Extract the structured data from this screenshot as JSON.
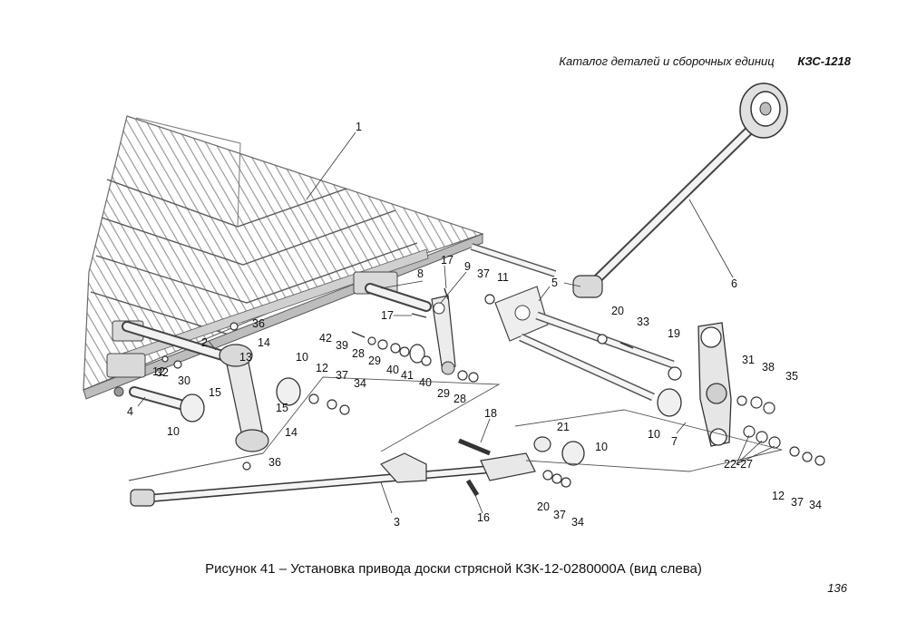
{
  "header": {
    "catalog_title": "Каталог деталей и сборочных единиц",
    "model": "КЗС-1218"
  },
  "figure": {
    "caption": "Рисунок 41 – Установка привода доски стрясной КЗК-12-0280000А (вид слева)"
  },
  "page_number": "136",
  "callouts": [
    "1",
    "2",
    "3",
    "4",
    "5",
    "6",
    "7",
    "8",
    "9",
    "10",
    "10",
    "10",
    "10",
    "11",
    "12",
    "12",
    "12",
    "13",
    "14",
    "14",
    "15",
    "15",
    "16",
    "17",
    "17",
    "18",
    "19",
    "20",
    "20",
    "21",
    "22-27",
    "28",
    "28",
    "29",
    "29",
    "30",
    "31",
    "32",
    "33",
    "34",
    "34",
    "34",
    "35",
    "36",
    "36",
    "37",
    "37",
    "37",
    "37",
    "38",
    "39",
    "40",
    "40",
    "41",
    "42"
  ]
}
